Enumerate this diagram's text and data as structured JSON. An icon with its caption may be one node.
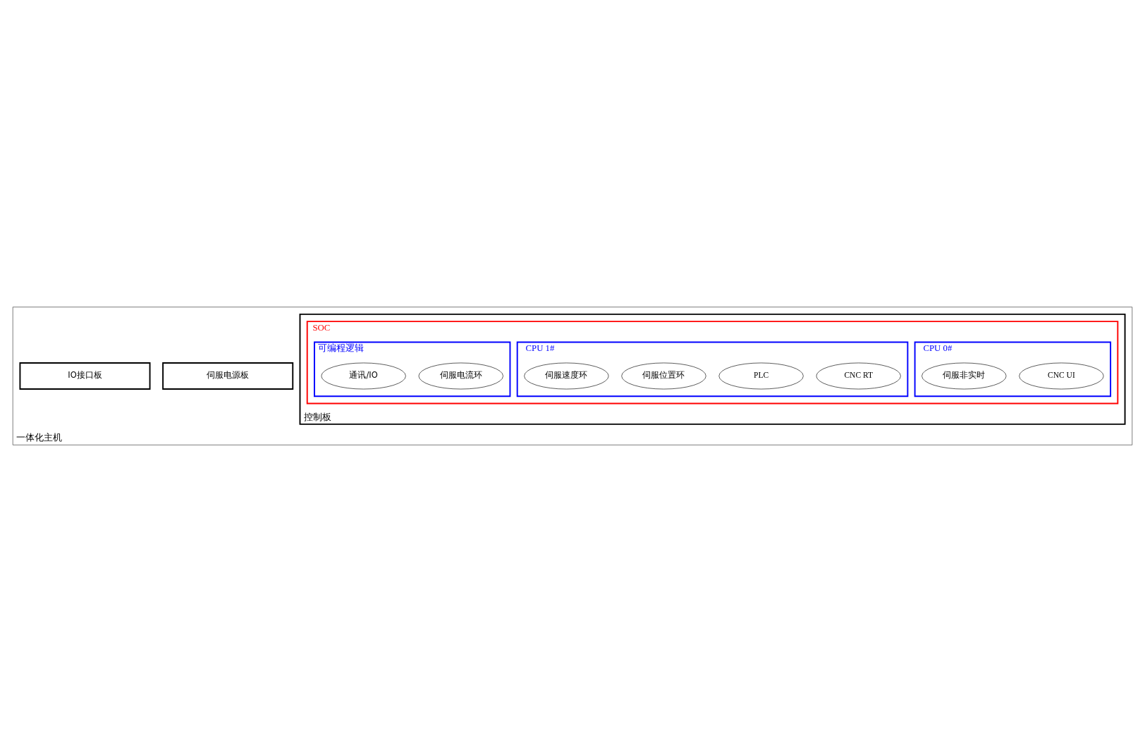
{
  "diagram": {
    "nodes": [
      {
        "text": [
          "一体化主机"
        ]
      },
      {
        "text": [
          "控制板"
        ],
        "in": 0
      },
      {
        "text": [
          "SOC"
        ],
        "in": 1
      },
      {
        "text": [
          "CPU 0#"
        ],
        "in": 2
      },
      {
        "text": [
          "CNC UI"
        ],
        "in": 3
      },
      {
        "text": [
          "伺服非实时"
        ],
        "in": 3
      },
      {
        "text": [
          "CPU 1#"
        ],
        "in": 2
      },
      {
        "text": [
          "CNC RT"
        ],
        "in": 6
      },
      {
        "text": [
          "PLC"
        ],
        "in": 6
      },
      {
        "text": [
          "伺服位置环"
        ],
        "in": 6
      },
      {
        "text": [
          "伺服速度环"
        ],
        "in": 6
      },
      {
        "text": [
          "可编程逻辑"
        ],
        "in": 2
      },
      {
        "text": [
          "伺服电流环"
        ],
        "in": 11
      },
      {
        "text": [
          "通讯/IO"
        ],
        "in": 11
      },
      {
        "text": [
          "伺服电源板"
        ],
        "in": 0
      },
      {
        "text": [
          "IO接口板"
        ],
        "in": 0
      }
    ]
  }
}
